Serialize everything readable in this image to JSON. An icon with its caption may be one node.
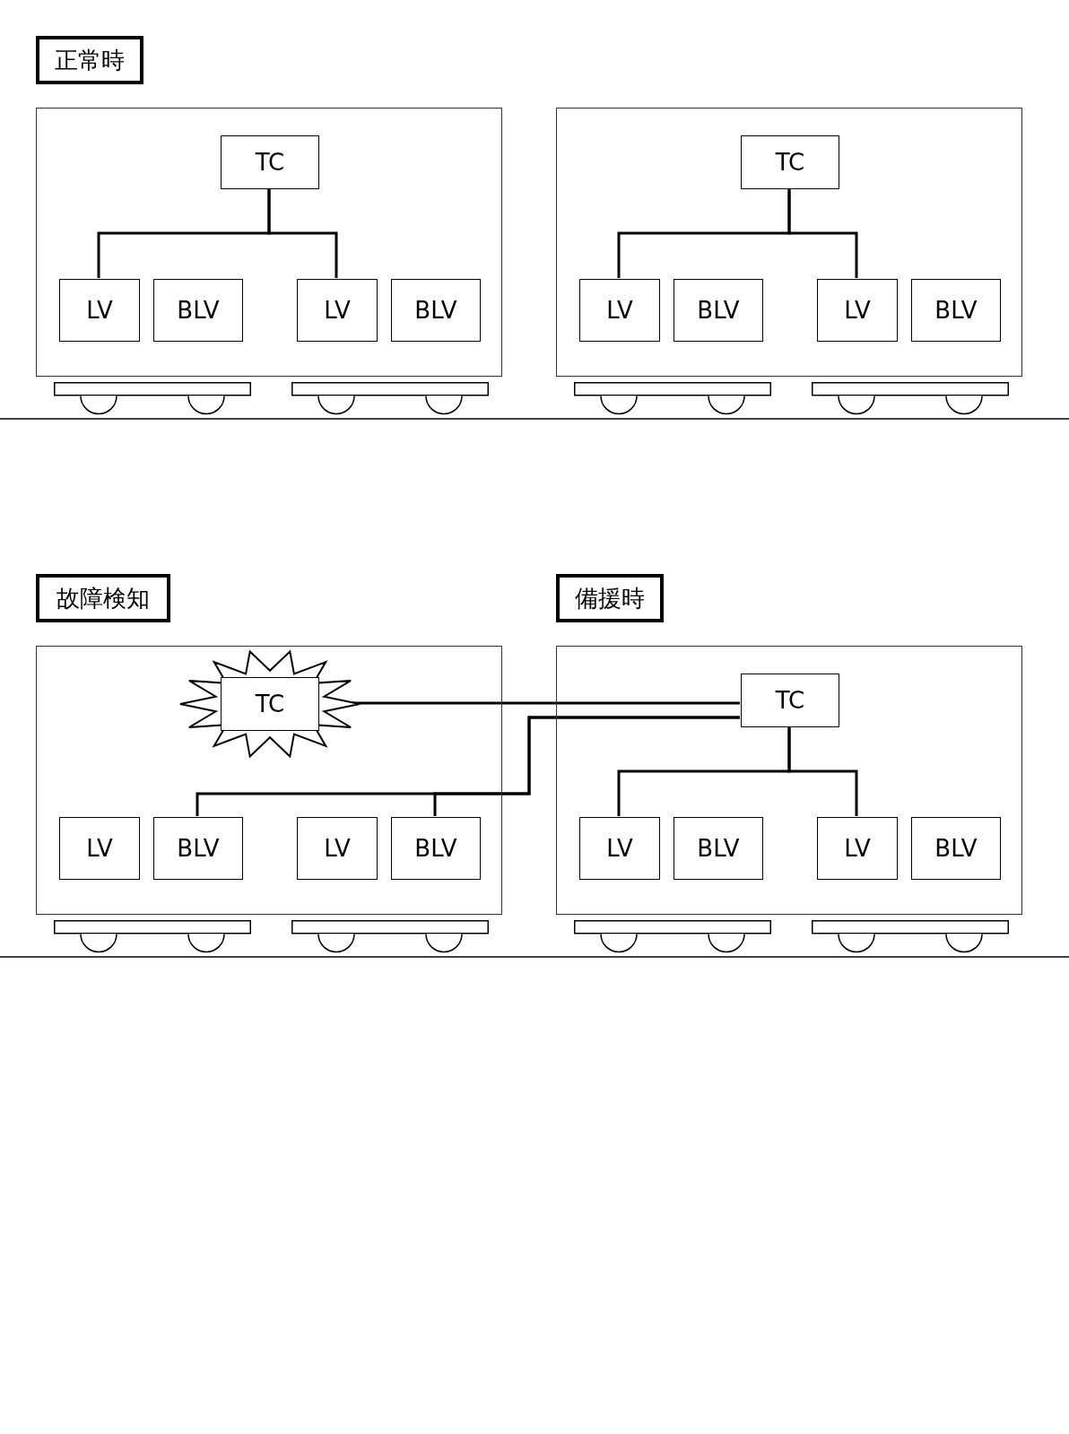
{
  "diagram": {
    "nodes": [
      {
        "text": [
          "正常時"
        ]
      },
      {
        "text": [],
        "shape": "box"
      },
      {
        "text": [
          "TC"
        ],
        "in": 1
      },
      {
        "text": [
          "LV"
        ],
        "in": 1
      },
      {
        "text": [
          "BLV"
        ],
        "in": 1
      },
      {
        "text": [
          "LV"
        ],
        "in": 1
      },
      {
        "text": [
          "BLV"
        ],
        "in": 1
      },
      {
        "text": [],
        "shape": "box"
      },
      {
        "text": [
          "TC"
        ],
        "in": 7
      },
      {
        "text": [
          "LV"
        ],
        "in": 7
      },
      {
        "text": [
          "BLV"
        ],
        "in": 7
      },
      {
        "text": [
          "LV"
        ],
        "in": 7
      },
      {
        "text": [
          "BLV"
        ],
        "in": 7
      },
      {
        "text": [
          "故障検知"
        ]
      },
      {
        "text": [],
        "shape": "box"
      },
      {
        "text": [],
        "shape": "starburst",
        "in": 14
      },
      {
        "text": [
          "TC"
        ],
        "in": 15
      },
      {
        "text": [
          "LV"
        ],
        "in": 14
      },
      {
        "text": [
          "BLV"
        ],
        "in": 14
      },
      {
        "text": [
          "LV"
        ],
        "in": 14
      },
      {
        "text": [
          "BLV"
        ],
        "in": 14
      },
      {
        "text": [
          "備援時"
        ]
      },
      {
        "text": [],
        "shape": "box"
      },
      {
        "text": [
          "TC"
        ],
        "in": 22
      },
      {
        "text": [
          "LV"
        ],
        "in": 22
      },
      {
        "text": [
          "BLV"
        ],
        "in": 22
      },
      {
        "text": [
          "LV"
        ],
        "in": 22
      },
      {
        "text": [
          "BLV"
        ],
        "in": 22
      }
    ],
    "edges": [
      {
        "from": 2,
        "to": 3,
        "arrow": "none"
      },
      {
        "from": 2,
        "to": 5,
        "arrow": "none"
      },
      {
        "from": 8,
        "to": 9,
        "arrow": "none"
      },
      {
        "from": 8,
        "to": 11,
        "arrow": "none"
      },
      {
        "from": 23,
        "to": 24,
        "arrow": "none"
      },
      {
        "from": 23,
        "to": 26,
        "arrow": "none"
      },
      {
        "from": 23,
        "to": 16,
        "arrow": "none"
      },
      {
        "from": 23,
        "to": 20,
        "arrow": "none"
      },
      {
        "from": 23,
        "to": 18,
        "arrow": "none"
      }
    ]
  }
}
